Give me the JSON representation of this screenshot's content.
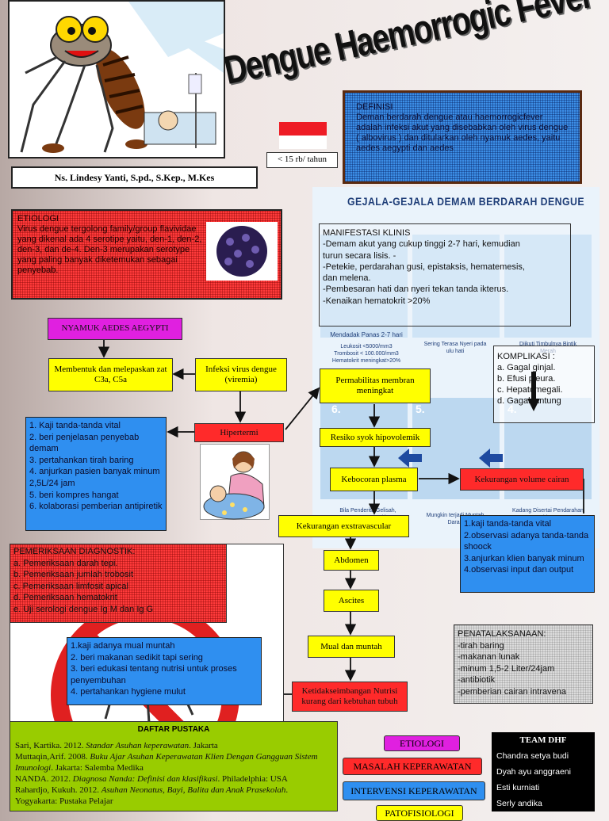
{
  "title": "Dengue Haemorrogic Fever",
  "author": "Ns. Lindesy Yanti, S.pd., S.Kep., M.Kes",
  "incidence": "< 15 rb/ tahun",
  "definisi": {
    "heading": "DEFINISI",
    "text": "Deman berdarah dengue atau haemorrogicfever adalah infeksi akut yang disebabkan oleh virus dengue ( albovirus ) dan ditularkan oleh nyamuk aedes, yaitu aedes aegypti dan aedes"
  },
  "etiologi": {
    "heading": "ETIOLOGI",
    "text": "Virus dengue tergolong family/group flavividae yang dikenal ada 4 serotipe yaitu, den-1, den-2, den-3, dan de-4. Den-3 merupakan serotype yang paling banyak diketemukan sebagai penyebab."
  },
  "poster": {
    "title": "GEJALA-GEJALA DEMAM BERDARAH DENGUE",
    "panel1": {
      "title": "Mendadak Panas 2-7 hari",
      "lines": [
        "Leukosit <5000/mm3",
        "Trombosit < 100.000/mm3",
        "Hematokrit meningkat>20%"
      ]
    },
    "panel2": "Sering Terasa Nyeri pada ulu hati",
    "panel3": "Diikuti Timbulnya Bintik Merah",
    "bottom1": "Bila Penderita Gelisah, Tangan & Kaki",
    "bottom2": "Mungkin terjadi Muntah Darah",
    "bottom3": "Kadang Disertai Pendarahan Hidung",
    "num4": "4.",
    "num5": "5.",
    "num6": "6."
  },
  "manifestasi": {
    "heading": "MANIFESTASI KLINIS",
    "lines": [
      "-Demam akut yang cukup tinggi 2-7 hari, kemudian",
      "turun secara lisis. -",
      "-Petekie, perdarahan gusi, epistaksis, hematemesis,",
      "dan melena.",
      "-Pembesaran hati dan nyeri tekan tanda ikterus.",
      "-Kenaikan hematokrit >20%"
    ]
  },
  "komplikasi": {
    "heading": "KOMPLIKASI :",
    "items": [
      "a. Gagal ginjal.",
      "b. Efusi pleura.",
      "c. Hepatomegali.",
      "d. Gagal jantung"
    ]
  },
  "flow": {
    "nyamuk": "NYAMUK AEDES AEGYPTI",
    "membentuk": "Membentuk dan melepaskan zat C3a, C5a",
    "infeksi": "Infeksi virus dengue (viremia)",
    "hipertermi": "Hipertermi",
    "permeabilitas": "Permabilitas membran meningkat",
    "resiko": "Resiko syok hipovolemik",
    "kebocoran": "Kebocoran plasma",
    "kurang_cairan": "Kekurangan volume cairan",
    "extravascular": "Kekurangan exstravascular",
    "abdomen": "Abdomen",
    "ascites": "Ascites",
    "mual": "Mual dan muntah",
    "nutrisi": "Ketidakseimbangan Nutrisi kurang dari kebtuhan tubuh"
  },
  "interv_hipertermi": [
    "1. Kaji tanda-tanda vital",
    "2. beri penjelasan penyebab demam",
    "3. pertahankan tirah baring",
    "4. anjurkan pasien banyak minum 2,5L/24 jam",
    "5. beri kompres hangat",
    "6. kolaborasi pemberian antipiretik"
  ],
  "interv_cairan": [
    "1.kaji tanda-tanda vital",
    "2.observasi adanya tanda-tanda shoock",
    "3.anjurkan klien banyak minum",
    "4.observasi input dan output"
  ],
  "interv_nutrisi": [
    "1.kaji adanya mual muntah",
    "2. beri makanan sedikit tapi sering",
    "3. beri edukasi tentang nutrisi untuk proses penyembuhan",
    "4. pertahankan hygiene mulut"
  ],
  "diagnostik": {
    "heading": "PEMERIKSAAN DIAGNOSTIK:",
    "items": [
      "a. Pemeriksaan darah tepi.",
      "b. Pemeriksaan jumlah trobosit",
      "c. Pemeriksaan limfosit apical",
      "d. Pemeriksaan hematokrit",
      "e. Uji serologi dengue Ig M dan Ig G"
    ]
  },
  "penatalaksanaan": {
    "heading": "PENATALAKSANAAN:",
    "items": [
      "-tirah baring",
      "-makanan lunak",
      "-minum 1,5-2 Liter/24jam",
      "-antibiotik",
      "-pemberian cairan intravena"
    ]
  },
  "pustaka": {
    "heading": "DAFTAR PUSTAKA",
    "entries": [
      [
        "Sari, Kartika. 2012. ",
        "Standar Asuhan keperawatan",
        ". Jakarta"
      ],
      [
        "Muttaqin,Arif. 2008. ",
        "Buku Ajar Asuhan Keperawatan Klien Dengan Gangguan Sistem Imunologi",
        ". Jakarta: Salemba Medika"
      ],
      [
        "NANDA. 2012. ",
        "Diagnosa Nanda: Definisi dan klasifikasi",
        ". Philadelphia: USA"
      ],
      [
        "Rahardjo, Kukuh. 2012. ",
        "Asuhan Neonatus, Bayi, Balita dan Anak Prasekolah",
        "."
      ],
      [
        "Yogyakarta: Pustaka Pelajar",
        "",
        ""
      ]
    ]
  },
  "legend": {
    "etiologi": "ETIOLOGI",
    "masalah": "MASALAH KEPERAWATAN",
    "intervensi": "INTERVENSI KEPERAWATAN",
    "patofisiologi": "PATOFISIOLOGI"
  },
  "team": {
    "heading": "TEAM DHF",
    "members": [
      "Chandra setya budi",
      "Dyah ayu anggraeni",
      "Esti kurniati",
      "Serly andika"
    ]
  },
  "colors": {
    "yellow": "#ffff00",
    "red": "#ff2a2a",
    "blue": "#2f8ff0",
    "magenta": "#e020e0",
    "lime": "#99cc00"
  }
}
